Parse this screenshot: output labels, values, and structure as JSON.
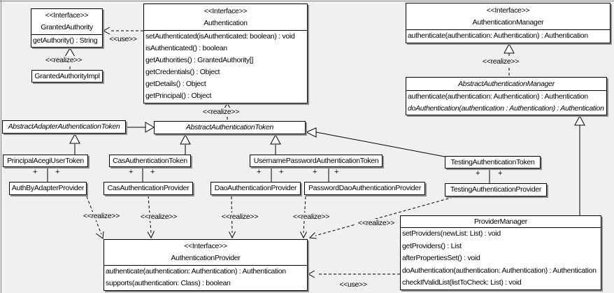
{
  "diagram": {
    "type": "uml-class-diagram",
    "background_color": "#f0f0f0",
    "box_fill_color": "#ffffff",
    "box_border_color": "#000000",
    "shadow_color": "#8f8f8f"
  },
  "labels": {
    "realize": "<<realize>>",
    "use": "<<use>>",
    "plus": "+"
  },
  "classes": {
    "granted_authority": {
      "stereotype": "<<Interface>>",
      "name": "GrantedAuthority",
      "methods": [
        "getAuthority() : String"
      ]
    },
    "granted_authority_impl": {
      "name": "GrantedAuthorityImpl"
    },
    "authentication": {
      "stereotype": "<<Interface>>",
      "name": "Authentication",
      "methods": [
        "setAuthenticated(isAuthenticated: boolean) : void",
        "isAuthenticated() : boolean",
        "getAuthorities() : GrantedAuthority[]",
        "getCredentials() : Object",
        "getDetails() : Object",
        "getPrincipal() : Object"
      ]
    },
    "authentication_manager": {
      "stereotype": "<<Interface>>",
      "name": "AuthenticationManager",
      "methods": [
        "authenticate(authentication: Authentication) : Authentication"
      ]
    },
    "abstract_authentication_manager": {
      "name": "AbstractAuthenticationManager",
      "abstract": true,
      "methods": [
        "authenticate(authentication: Authentication) : Authentication",
        "doAuthentication(authentication : Authentication) : Authentication"
      ]
    },
    "abstract_adapter_authentication_token": {
      "name": "AbstractAdapterAuthenticationToken",
      "abstract": true
    },
    "abstract_authentication_token": {
      "name": "AbstractAuthenticationToken",
      "abstract": true
    },
    "principal_acegi_user_token": {
      "name": "PrincipalAcegiUserToken"
    },
    "cas_authentication_token": {
      "name": "CasAuthenticationToken"
    },
    "username_password_authentication_token": {
      "name": "UsernamePasswordAuthenticationToken"
    },
    "testing_authentication_token": {
      "name": "TestingAuthenticationToken"
    },
    "auth_by_adapter_provider": {
      "name": "AuthByAdapterProvider"
    },
    "cas_authentication_provider": {
      "name": "CasAuthenticationProvider"
    },
    "dao_authentication_provider": {
      "name": "DaoAuthenticationProvider"
    },
    "password_dao_authentication_provider": {
      "name": "PasswordDaoAuthenticationProvider"
    },
    "testing_authentication_provider": {
      "name": "TestingAuthenticationProvider"
    },
    "authentication_provider": {
      "stereotype": "<<Interface>>",
      "name": "AuthenticationProvider",
      "methods": [
        "authenticate(authentication: Authentication) : Authentication",
        "supports(authentication: Class) : boolean"
      ]
    },
    "provider_manager": {
      "name": "ProviderManager",
      "methods": [
        "setProviders(newList: List) : void",
        "getProviders() : List",
        "afterPropertiesSet() : void",
        "doAuthentication(authentication: Authentication) : Authentication",
        "checkIfValidList(listToCheck: List) : void"
      ]
    }
  }
}
